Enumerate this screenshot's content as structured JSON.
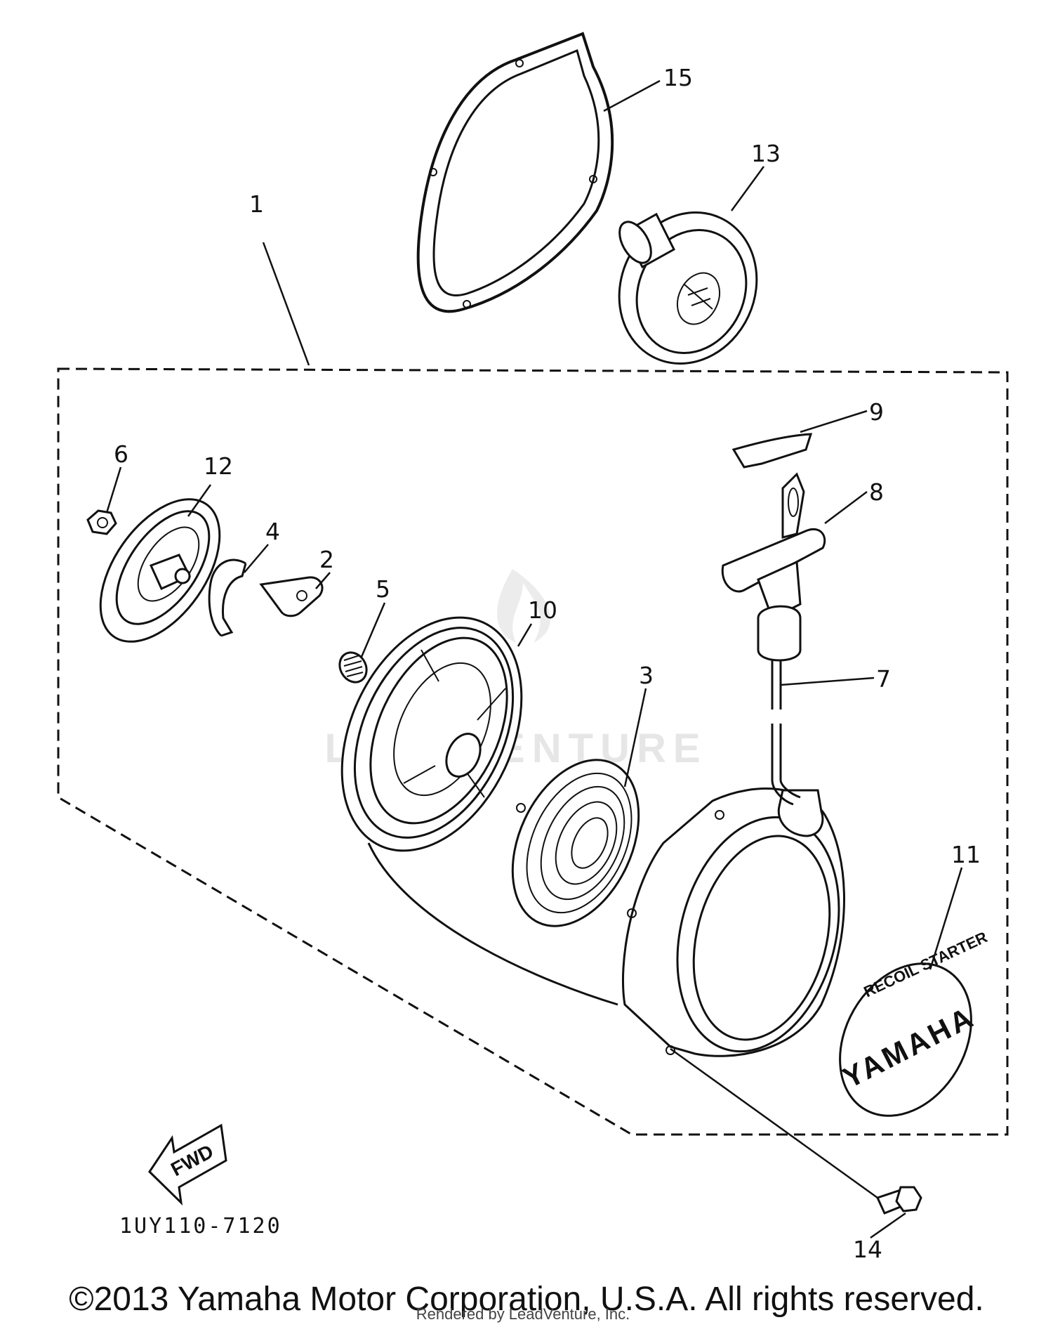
{
  "diagram": {
    "callouts": [
      {
        "id": "1",
        "label": "1"
      },
      {
        "id": "2",
        "label": "2"
      },
      {
        "id": "3",
        "label": "3"
      },
      {
        "id": "4",
        "label": "4"
      },
      {
        "id": "5",
        "label": "5"
      },
      {
        "id": "6",
        "label": "6"
      },
      {
        "id": "7",
        "label": "7"
      },
      {
        "id": "8",
        "label": "8"
      },
      {
        "id": "9",
        "label": "9"
      },
      {
        "id": "10",
        "label": "10"
      },
      {
        "id": "11",
        "label": "11"
      },
      {
        "id": "12",
        "label": "12"
      },
      {
        "id": "13",
        "label": "13"
      },
      {
        "id": "14",
        "label": "14"
      },
      {
        "id": "15",
        "label": "15"
      }
    ],
    "part_code": "1UY110-7120",
    "fwd_label": "FWD",
    "emblem_text": "YAMAHA",
    "copyright": "©2013 Yamaha Motor Corporation, U.S.A. All rights reserved.",
    "watermark_text": "LEADVENTURE",
    "watermark_credit": "Rendered by LeadVenture, Inc."
  }
}
